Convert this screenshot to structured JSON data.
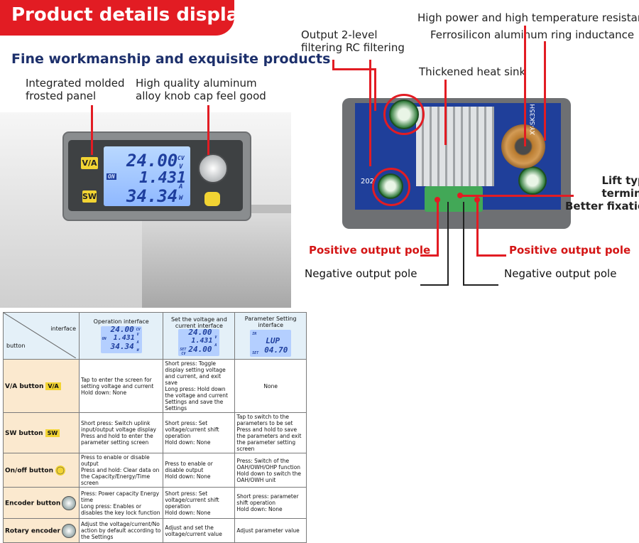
{
  "header": {
    "title": "Product details display"
  },
  "left": {
    "headline": "Fine workmanship and exquisite products",
    "label_panel_line1": "Integrated molded",
    "label_panel_line2": "frosted panel",
    "label_knob_line1": "High quality aluminum",
    "label_knob_line2": "alloy knob cap feel good",
    "display": {
      "voltage": "24.00",
      "current": "1.431",
      "power": "34.34",
      "unit_v": "V",
      "unit_a": "A",
      "unit_w": "W",
      "cv": "CV",
      "on": "ON",
      "btn_va": "V/A",
      "btn_sw": "SW"
    }
  },
  "right": {
    "label_high_power": "High power and high temperature resistance",
    "label_inductance": "Ferrosilicon aluminum ring inductance",
    "label_rc_line1": "Output 2-level",
    "label_rc_line2": "filtering RC filtering",
    "label_heatsink": "Thickened heat sink",
    "label_terminal_line1": "Lift type",
    "label_terminal_line2": "terminal",
    "label_terminal_line3": "Better fixation",
    "label_pos_left": "Positive output pole",
    "label_pos_right": "Positive output pole",
    "label_neg_left": "Negative output pole",
    "label_neg_right": "Negative output pole",
    "pcb_marking": "202",
    "pcb_model": "XY-SK35H"
  },
  "table": {
    "corner_interface": "interface",
    "corner_button": "button",
    "columns": [
      {
        "title": "Operation interface",
        "l1": "24.00",
        "l2": "1.431",
        "l3": "34.34",
        "tag1": "CV",
        "tag2": "ON",
        "u1": "V",
        "u2": "A",
        "u3": "W"
      },
      {
        "title": "Set the voltage and current interface",
        "l1": "24.00",
        "l2": "1.431",
        "l3": "24.00",
        "tag1": "SET",
        "tag2": "CV",
        "u1": "V",
        "u2": "A",
        "u3": ""
      },
      {
        "title": "Parameter Setting interface",
        "l1": "",
        "l2": "LUP",
        "l3": "04.70",
        "tag1": "IN",
        "tag2": "SET",
        "u1": "",
        "u2": "",
        "u3": ""
      }
    ],
    "rows": [
      {
        "label": "V/A button",
        "icon_text": "V/A",
        "cells": [
          "Tap to enter the screen for setting voltage and current\nHold down: None",
          "Short press: Toggle display setting voltage and current, and exit save\nLong press: Hold down the voltage and current Settings and save the Settings",
          "None"
        ]
      },
      {
        "label": "SW button",
        "icon_text": "SW",
        "cells": [
          "Short press: Switch uplink input/output voltage display\nPress and hold to enter the parameter setting screen",
          "Short press: Set voltage/current shift operation\nHold down: None",
          "Tap to switch to the parameters to be set\nPress and hold to save the parameters and exit the parameter setting screen"
        ]
      },
      {
        "label": "On/off button",
        "icon_text": "",
        "cells": [
          "Press to enable or disable output\nPress and hold: Clear data on the Capacity/Energy/Time screen",
          "Press to enable or disable output\nHold down: None",
          "Press: Switch of the OAH/OWH/OHP function\nHold down to switch the OAH/OWH unit"
        ]
      },
      {
        "label": "Encoder button",
        "icon_text": "",
        "cells": [
          "Press: Power capacity Energy time\nLong press: Enables or disables the key lock function",
          "Short press: Set voltage/current shift operation\nHold down: None",
          "Short press: parameter shift operation\nHold down: None"
        ]
      },
      {
        "label": "Rotary encoder",
        "icon_text": "",
        "cells": [
          "Adjust the voltage/current/No action by default according to the Settings",
          "Adjust and set the voltage/current value",
          "Adjust parameter value"
        ]
      }
    ]
  }
}
